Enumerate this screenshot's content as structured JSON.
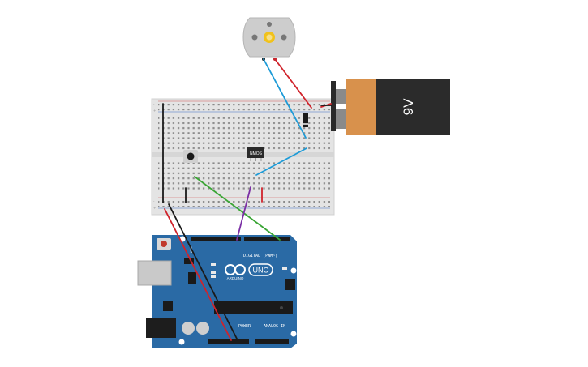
{
  "circuit": {
    "battery": {
      "label": "9V",
      "body_color": "#2b2b2b",
      "label_color": "#d8914c"
    },
    "transistor": {
      "label": "NMOS"
    },
    "arduino": {
      "logo_text": "ARDUINO",
      "model": "UNO",
      "digital_header": "DIGITAL (PWM~)",
      "power_header": "POWER",
      "analog_header": "ANALOG IN",
      "board_color": "#2a6aa5"
    },
    "wires": {
      "red": "#d0232b",
      "blue": "#1d9bd7",
      "green": "#3aa535",
      "purple": "#7b2fa5",
      "black": "#1a1a1a"
    },
    "motor": {
      "color": "#c8c8c8",
      "shaft_color": "#f1c21b"
    }
  }
}
